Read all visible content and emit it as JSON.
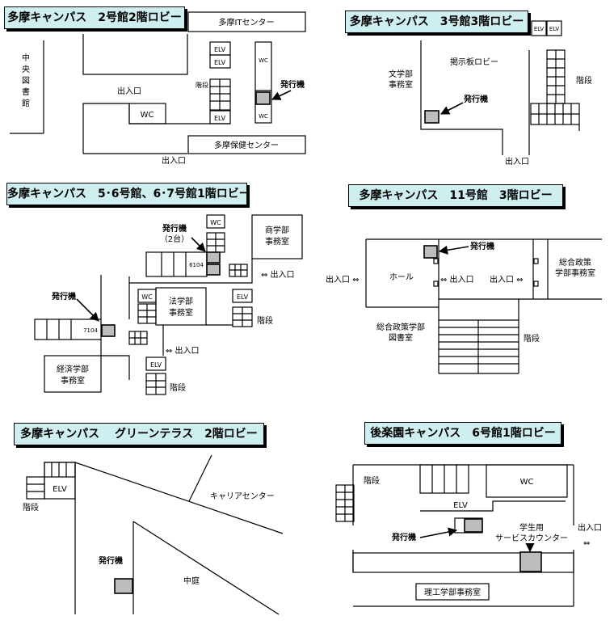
{
  "titles": {
    "p1": "多摩キャンパス　2号館2階ロビー",
    "p2": "多摩キャンパス　3号館3階ロビー",
    "p3": "多摩キャンパス　5･6号館、6･7号館1階ロビー",
    "p4": "多摩キャンパス　11号館　3階ロビー",
    "p5": "多摩キャンパス　 グリーンテラス　2階ロビー",
    "p6": "後楽園キャンパス　6号館1階ロビー"
  },
  "p1": {
    "it_center": "多摩ITセンター",
    "chuo_1": "中",
    "chuo_2": "央",
    "chuo_3": "図",
    "chuo_4": "書",
    "chuo_5": "館",
    "entrance_top": "出入口",
    "entrance_bottom": "出入口",
    "wc_left": "WC",
    "wc_right_top": "WC",
    "wc_right_bottom": "WC",
    "elv_1": "ELV",
    "elv_2": "ELV",
    "elv_3": "ELV",
    "stairs": "階段",
    "machine": "発行機",
    "health_center": "多摩保健センター"
  },
  "p2": {
    "elv_1": "ELV",
    "elv_2": "ELV",
    "bulletin_lobby": "掲示板ロビー",
    "lit_office_1": "文学部",
    "lit_office_2": "事務室",
    "machine": "発行機",
    "stairs": "階段",
    "entrance": "出入口"
  },
  "p3": {
    "wc_top": "WC",
    "wc_mid": "WC",
    "machine_top_1": "発行機",
    "machine_top_2": "（2台）",
    "room_6104": "6104",
    "commerce_1": "商学部",
    "commerce_2": "事務室",
    "entrance_right": "⇔ 出入口",
    "machine_left": "発行機",
    "law_1": "法学部",
    "law_2": "事務室",
    "elv_mid": "ELV",
    "stairs_mid": "階段",
    "room_7104": "7104",
    "entrance_bottom": "⇔ 出入口",
    "econ_1": "経済学部",
    "econ_2": "事務室",
    "elv_bottom": "ELV",
    "stairs_bottom": "階段"
  },
  "p4": {
    "machine": "発行機",
    "entrance_left": "出入口 ⇔",
    "hall": "ホール",
    "entrance_mid": "⇔ 出入口",
    "entrance_right": "出入口 ⇔",
    "policy_office_1": "総合政策",
    "policy_office_2": "学部事務室",
    "policy_lib_1": "総合政策学部",
    "policy_lib_2": "図書室",
    "stairs": "階段"
  },
  "p5": {
    "elv": "ELV",
    "stairs": "階段",
    "career_center": "キャリアセンター",
    "machine": "発行機",
    "courtyard": "中庭"
  },
  "p6": {
    "stairs": "階段",
    "wc": "WC",
    "elv": "ELV",
    "machine": "発行機",
    "service_1": "学生用",
    "service_2": "サービスカウンター",
    "entrance_1": "出入口",
    "entrance_arrow": "⇔",
    "sci_office": "理工学部事務室"
  }
}
